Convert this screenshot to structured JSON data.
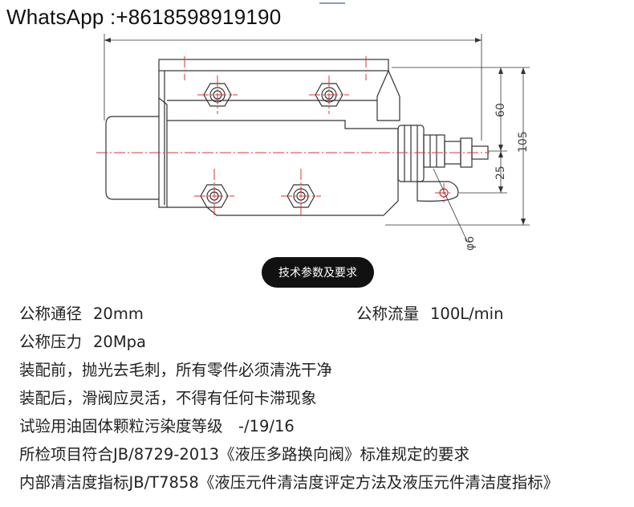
{
  "contact": {
    "whatsapp": "WhatsApp :+8618598919190"
  },
  "drawing": {
    "dim_60": "60",
    "dim_105": "105",
    "dim_25": "25",
    "dim_phi6": "φ6"
  },
  "section_button": "技术参数及要求",
  "specs": {
    "nominal_diameter_label": "公称通径",
    "nominal_diameter_value": "20mm",
    "nominal_flow_label": "公称流量",
    "nominal_flow_value": "100L/min",
    "nominal_pressure_label": "公称压力",
    "nominal_pressure_value": "20Mpa",
    "lines": [
      "装配前，抛光去毛刺，所有零件必须清洗干净",
      "装配后，滑阀应灵活，不得有任何卡滞现象",
      "试验用油固体颗粒污染度等级　-/19/16",
      "所检项目符合JB/8729-2013《液压多路换向阀》标准规定的要求",
      "内部清洁度指标JB/T7858《液压元件清洁度评定方法及液压元件清洁度指标》"
    ]
  }
}
